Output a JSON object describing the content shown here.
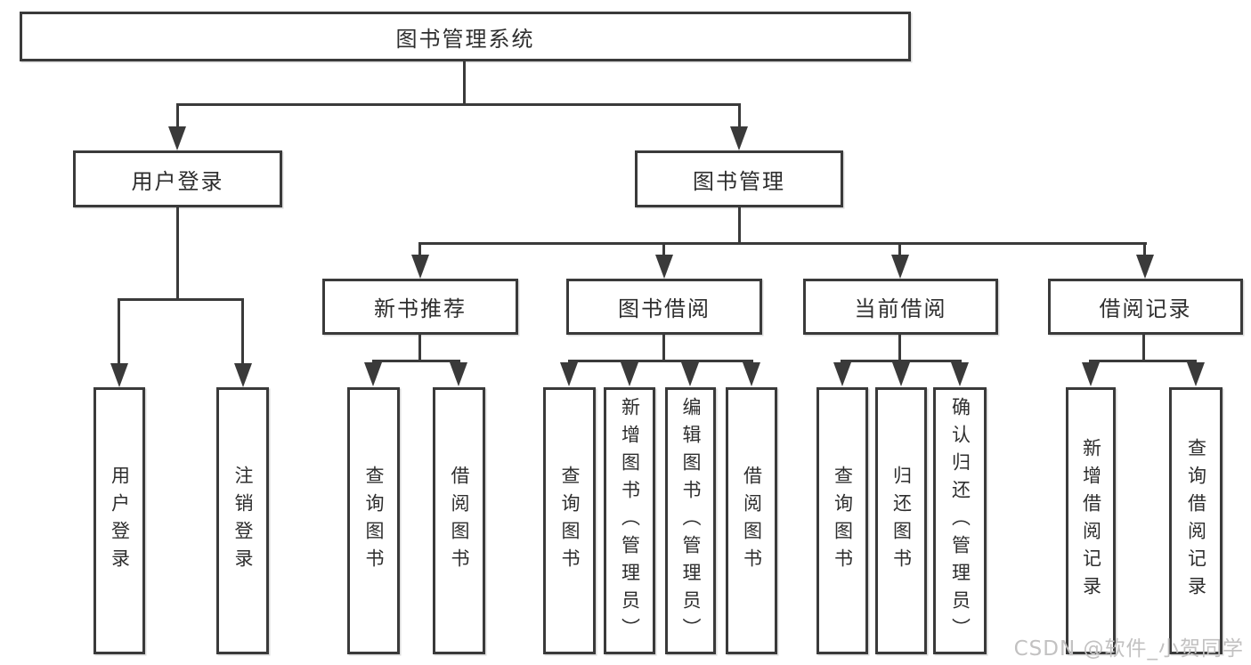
{
  "colors": {
    "background": "#ffffff",
    "line": "#3a3a3a",
    "box_border": "#3a3a3a",
    "text": "#2e2e2e",
    "watermark": "#c2c1c1"
  },
  "nodes": {
    "root": "图书管理系统",
    "level2": {
      "user_login": "用户登录",
      "book_management": "图书管理"
    },
    "level3": {
      "new_book_recommend": "新书推荐",
      "book_borrowing": "图书借阅",
      "current_borrowing": "当前借阅",
      "borrowing_records": "借阅记录"
    },
    "leaves": [
      "用户登录",
      "注销登录",
      "查询图书",
      "借阅图书",
      "查询图书",
      "新增图书（管理员）",
      "编辑图书（管理员）",
      "借阅图书",
      "查询图书",
      "归还图书",
      "确认归还（管理员）",
      "新增借阅记录",
      "查询借阅记录"
    ]
  },
  "watermark": "CSDN @软件_小贺同学"
}
